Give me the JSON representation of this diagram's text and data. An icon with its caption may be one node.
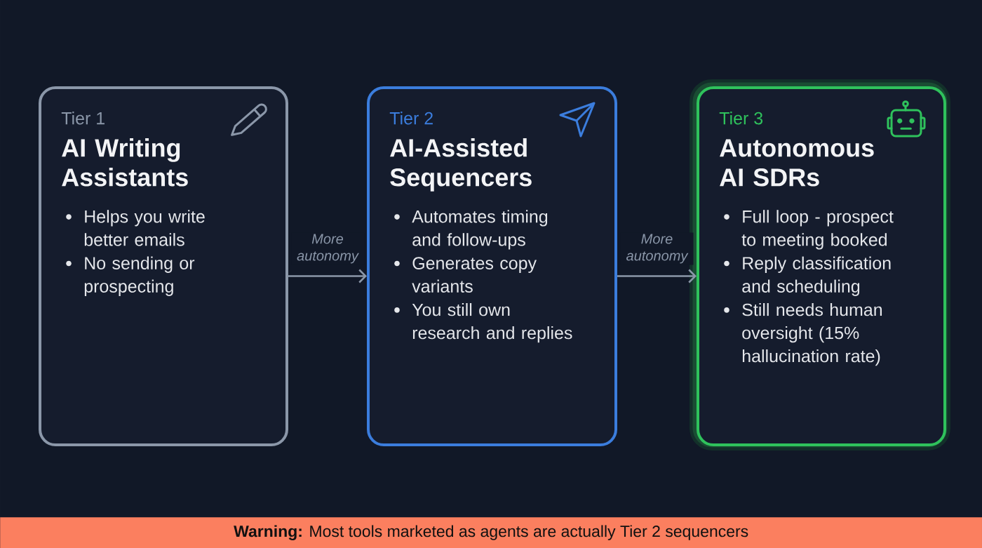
{
  "diagram": {
    "nodes": [
      {
        "text": [
          "Tier 1",
          "AI Writing Assistants",
          "Helps you write better emails",
          "No sending or prospecting"
        ]
      },
      {
        "text": [
          "Tier 2",
          "AI-Assisted Sequencers",
          "Automates timing and follow-ups",
          "Generates copy variants",
          "You still own research and replies"
        ]
      },
      {
        "text": [
          "Tier 3",
          "Autonomous AI SDRs",
          "Full loop - prospect to meeting booked",
          "Reply classification and scheduling",
          "Still needs human oversight (15% hallucination rate)"
        ]
      },
      {
        "text": [
          "**Warning:** Most tools marketed as agents are actually Tier 2 sequencers"
        ]
      }
    ],
    "edges": [
      {
        "from": 0,
        "to": 1,
        "arrow": "to",
        "label": "More autonomy"
      },
      {
        "from": 1,
        "to": 2,
        "arrow": "to",
        "label": "More autonomy"
      }
    ]
  }
}
